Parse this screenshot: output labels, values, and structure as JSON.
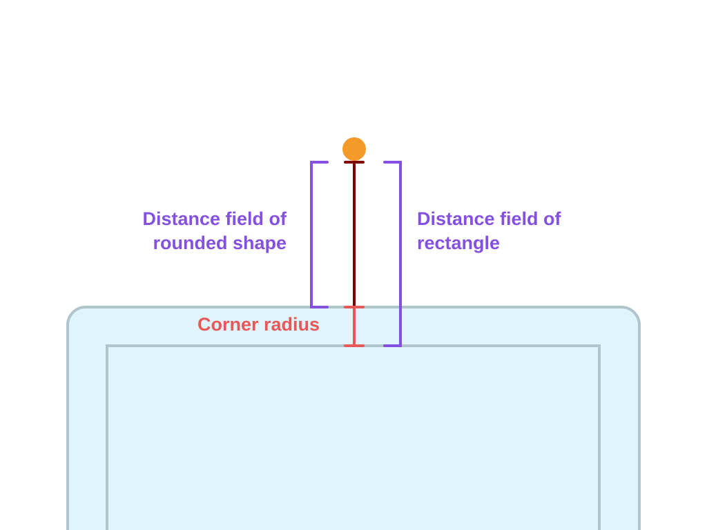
{
  "labels": {
    "rounded_field": [
      "Distance field of",
      "rounded shape"
    ],
    "rect_field": [
      "Distance field of",
      "rectangle"
    ],
    "corner_radius": "Corner radius"
  },
  "colors": {
    "bracket": "#8450e0",
    "distance_line": "#800000",
    "radius_line": "#e85858",
    "point": "#f39a28",
    "shape_fill": "#dff5fb",
    "shape_stroke": "#b0c4cc"
  }
}
